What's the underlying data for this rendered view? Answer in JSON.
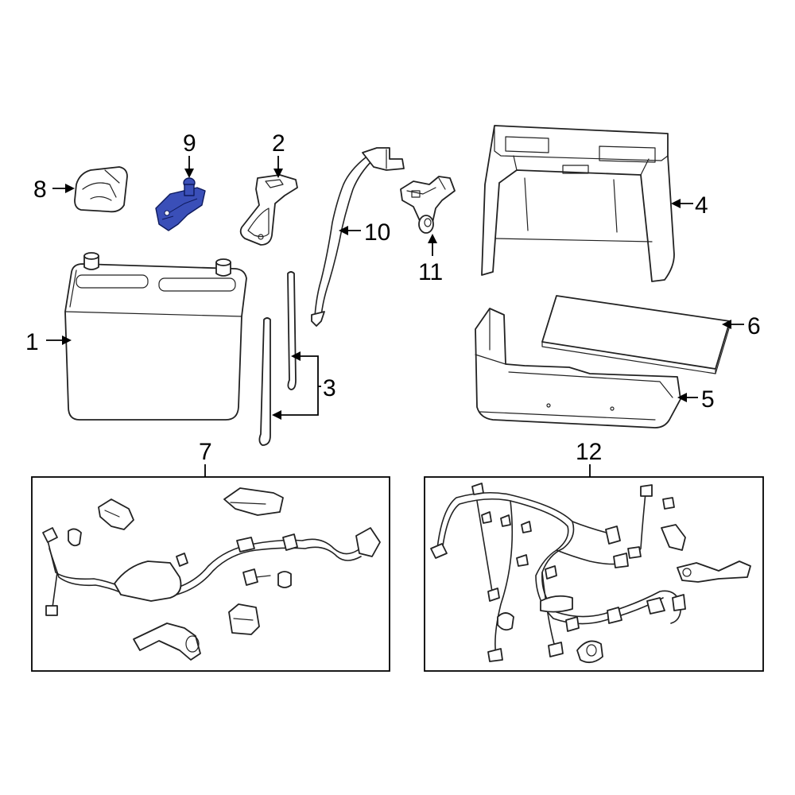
{
  "diagram": {
    "highlight_color": "#3a4fb8",
    "callouts": [
      {
        "id": "1",
        "label": "1"
      },
      {
        "id": "2",
        "label": "2"
      },
      {
        "id": "3",
        "label": "3"
      },
      {
        "id": "4",
        "label": "4"
      },
      {
        "id": "5",
        "label": "5"
      },
      {
        "id": "6",
        "label": "6"
      },
      {
        "id": "7",
        "label": "7"
      },
      {
        "id": "8",
        "label": "8"
      },
      {
        "id": "9",
        "label": "9"
      },
      {
        "id": "10",
        "label": "10"
      },
      {
        "id": "11",
        "label": "11"
      },
      {
        "id": "12",
        "label": "12"
      }
    ]
  }
}
